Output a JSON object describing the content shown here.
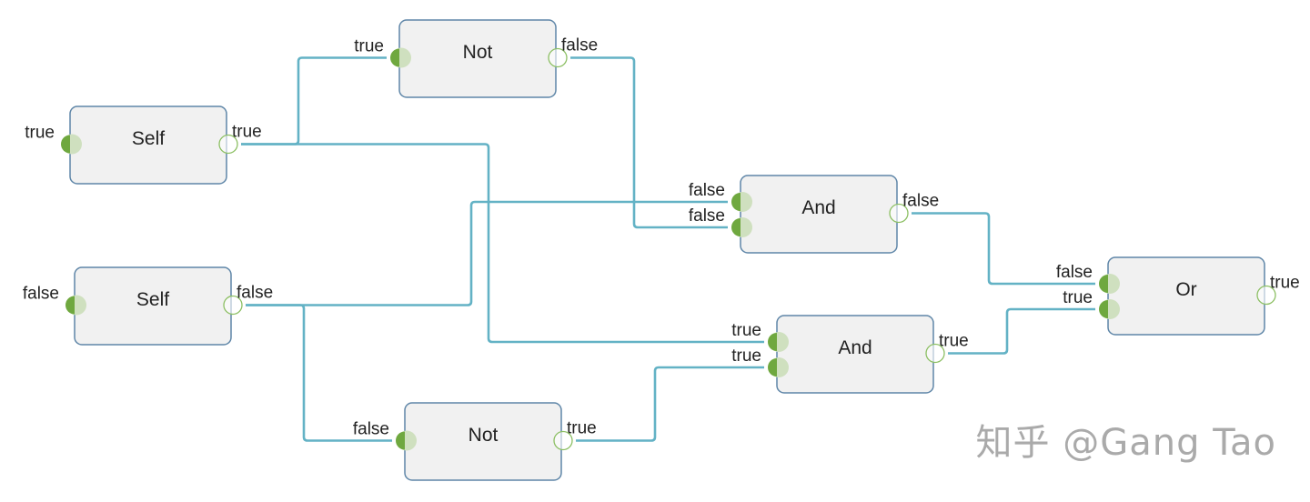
{
  "colors": {
    "wire": "#63b2c5",
    "port_in": "#6fa83f",
    "port_in_glow": "#cfe0bf",
    "port_out": "#8cbf63",
    "node_border": "#5f86a8",
    "node_fill": "#f1f1f1",
    "watermark": "#aaaaaa"
  },
  "nodes": [
    {
      "id": "self1",
      "title": "Self",
      "inputs": [
        "true"
      ],
      "outputs": [
        "true"
      ]
    },
    {
      "id": "self2",
      "title": "Self",
      "inputs": [
        "false"
      ],
      "outputs": [
        "false"
      ]
    },
    {
      "id": "not1",
      "title": "Not",
      "inputs": [
        "true"
      ],
      "outputs": [
        "false"
      ]
    },
    {
      "id": "not2",
      "title": "Not",
      "inputs": [
        "false"
      ],
      "outputs": [
        "true"
      ]
    },
    {
      "id": "and1",
      "title": "And",
      "inputs": [
        "false",
        "false"
      ],
      "outputs": [
        "false"
      ]
    },
    {
      "id": "and2",
      "title": "And",
      "inputs": [
        "true",
        "true"
      ],
      "outputs": [
        "true"
      ]
    },
    {
      "id": "or1",
      "title": "Or",
      "inputs": [
        "false",
        "true"
      ],
      "outputs": [
        "true"
      ]
    }
  ],
  "connections": [
    {
      "from": "self1.out.0",
      "to": "not1.in.0"
    },
    {
      "from": "self1.out.0",
      "to": "and2.in.0"
    },
    {
      "from": "self2.out.0",
      "to": "and1.in.0"
    },
    {
      "from": "self2.out.0",
      "to": "not2.in.0"
    },
    {
      "from": "not1.out.0",
      "to": "and1.in.1"
    },
    {
      "from": "not2.out.0",
      "to": "and2.in.1"
    },
    {
      "from": "and1.out.0",
      "to": "or1.in.0"
    },
    {
      "from": "and2.out.0",
      "to": "or1.in.1"
    }
  ],
  "watermark": "知乎 @Gang Tao"
}
